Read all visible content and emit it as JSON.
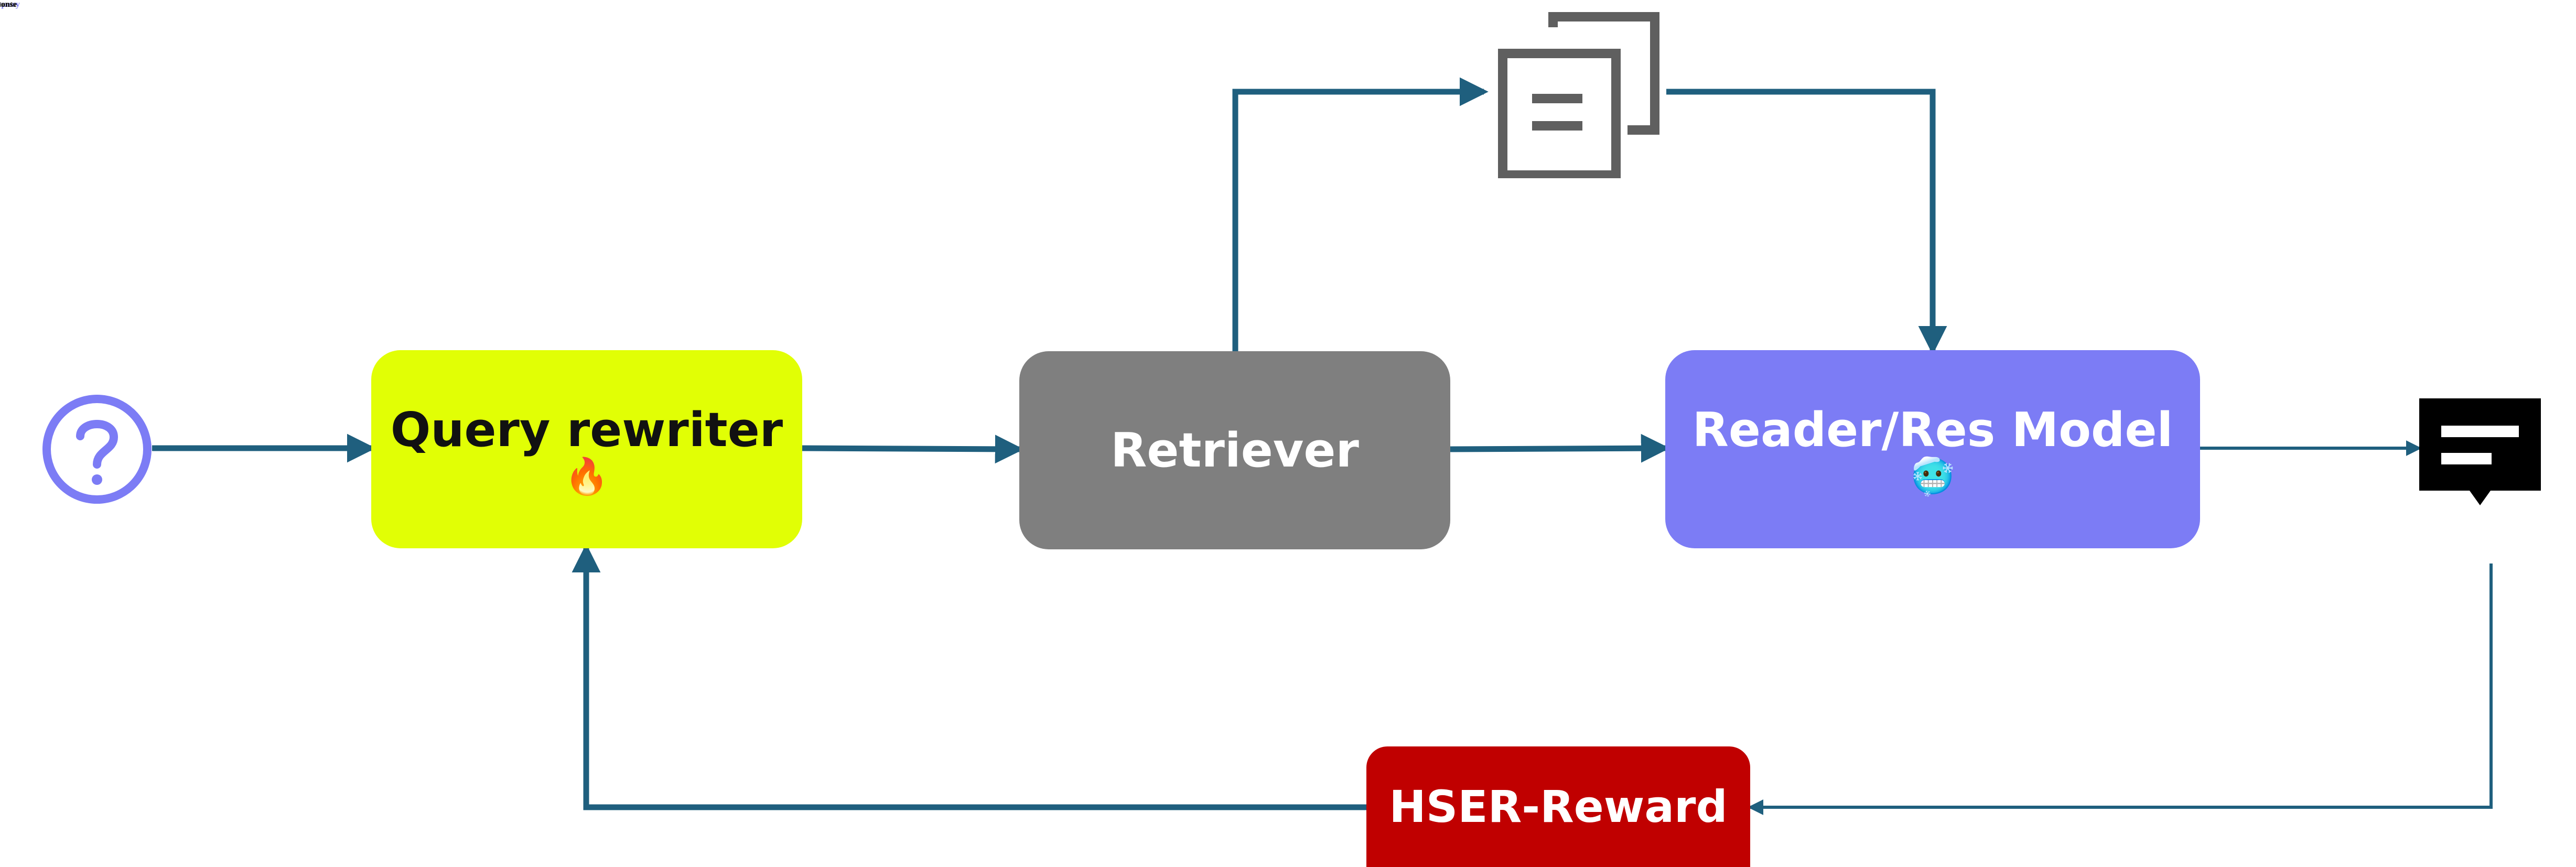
{
  "colors": {
    "arrow": "#1f5f7e",
    "rewriter_fill": "#e1ff05",
    "retriever_fill": "#7f7f7f",
    "reader_fill": "#7c7cf5",
    "reward_fill": "#c00000",
    "user_query_color": "#7c7cf5",
    "contents_color": "#707070",
    "response_color": "#000000"
  },
  "nodes": {
    "user_query": {
      "label": "User query",
      "icon": "question-circle-icon"
    },
    "query_rewriter": {
      "label": "Query rewriter",
      "emoji": "🔥",
      "icon": "fire-icon"
    },
    "retriever": {
      "label": "Retriever"
    },
    "reader": {
      "label": "Reader/Res Model",
      "emoji": "🥶",
      "icon": "frozen-face-icon"
    },
    "contents": {
      "label": "Contents",
      "icon": "documents-icon"
    },
    "response": {
      "label": "Response",
      "icon": "speech-bubble-icon"
    },
    "reward": {
      "label": "HSER-Reward"
    }
  }
}
